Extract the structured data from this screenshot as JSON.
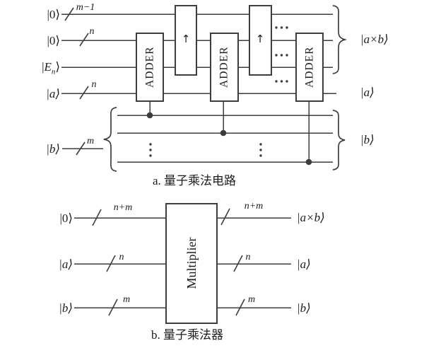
{
  "part_a": {
    "caption": "a. 量子乘法电路",
    "wires": {
      "w1": {
        "ket": "|0⟩",
        "bus": "m−1"
      },
      "w2": {
        "ket": "|0⟩",
        "bus": "n"
      },
      "w3": {
        "ket_open": "|",
        "ket_letter": "E",
        "ket_sub": "n",
        "ket_close": "⟩"
      },
      "w4": {
        "ket": "|a⟩",
        "bus": "n"
      },
      "wb": {
        "ket": "|b⟩",
        "bus": "m"
      }
    },
    "gates": {
      "adder": "ADDER",
      "shift_up_icon": "↑"
    },
    "outputs": {
      "product": "|a×b⟩",
      "a": "|a⟩",
      "b": "|b⟩"
    }
  },
  "part_b": {
    "caption": "b. 量子乘法器",
    "gate": "Multiplier",
    "wires": {
      "zero": {
        "ket_in": "|0⟩",
        "bus_in": "n+m",
        "bus_out": "n+m",
        "ket_out": "|a×b⟩"
      },
      "a": {
        "ket_in": "|a⟩",
        "bus_in": "n",
        "bus_out": "n",
        "ket_out": "|a⟩"
      },
      "b": {
        "ket_in": "|b⟩",
        "bus_in": "m",
        "bus_out": "m",
        "ket_out": "|b⟩"
      }
    }
  },
  "colors": {
    "line": "#3d3d3d",
    "text": "#1c1c1c",
    "background": "#ffffff"
  }
}
